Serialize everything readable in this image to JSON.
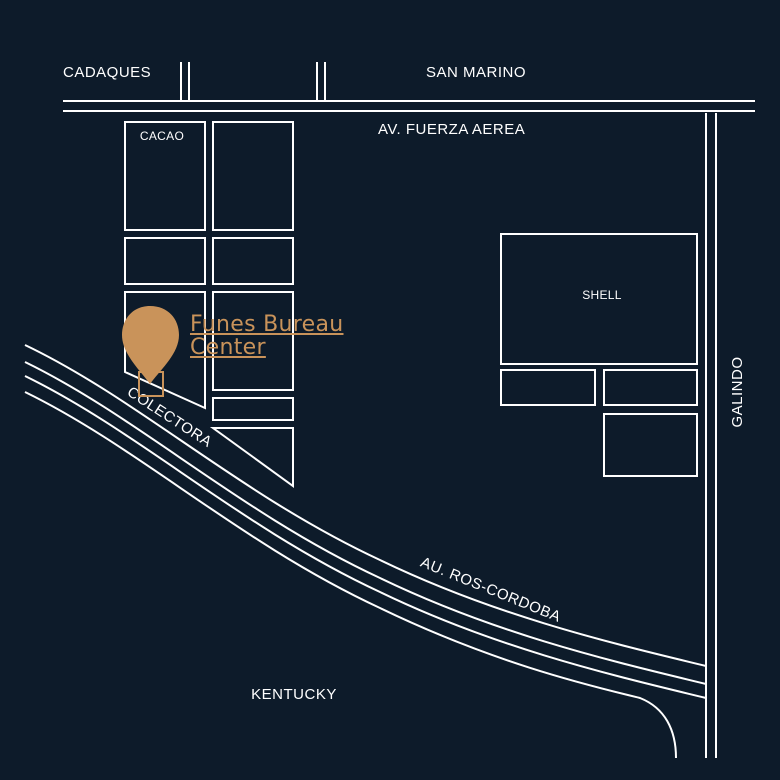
{
  "map": {
    "colors": {
      "background": "#0d1b2a",
      "roads": "#ffffff",
      "accent": "#c9935a"
    },
    "street_labels": {
      "cadaques": "CADAQUES",
      "san_marino": "SAN MARINO",
      "av_fuerza_aerea": "AV. FUERZA AEREA",
      "galindo": "GALINDO",
      "colectora": "COLECTORA",
      "au_ros_cordoba": "AU. ROS-CORDOBA",
      "kentucky": "KENTUCKY"
    },
    "place_labels": {
      "cacao": "CACAO",
      "shell": "SHELL"
    },
    "marker": {
      "icon": "map-pin-icon",
      "label_line1": "Funes Bureau",
      "label_line2": "Center"
    }
  }
}
